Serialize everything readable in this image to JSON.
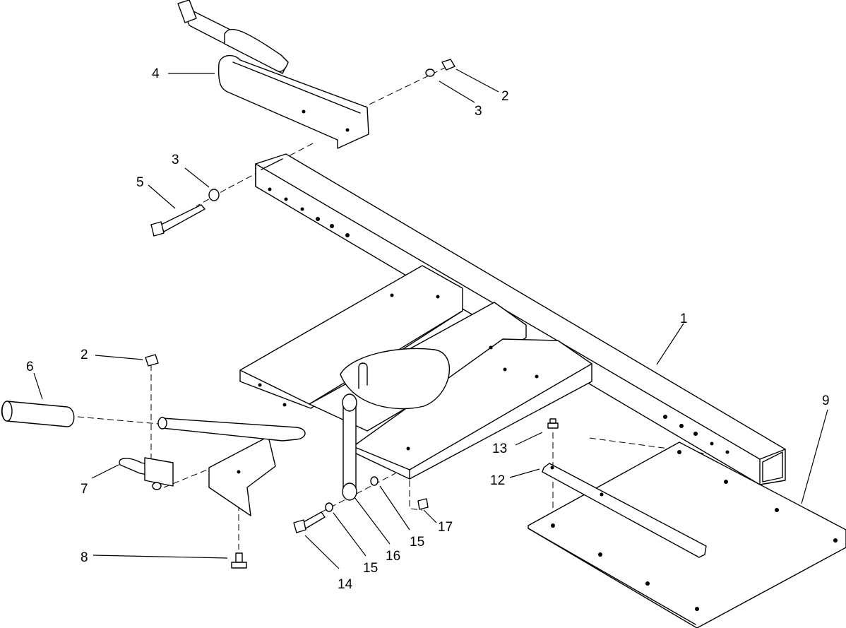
{
  "diagram": {
    "callouts": [
      {
        "id": "c1",
        "label": "1"
      },
      {
        "id": "c2a",
        "label": "2"
      },
      {
        "id": "c2b",
        "label": "2"
      },
      {
        "id": "c3a",
        "label": "3"
      },
      {
        "id": "c3b",
        "label": "3"
      },
      {
        "id": "c4",
        "label": "4"
      },
      {
        "id": "c5",
        "label": "5"
      },
      {
        "id": "c6",
        "label": "6"
      },
      {
        "id": "c7",
        "label": "7"
      },
      {
        "id": "c8",
        "label": "8"
      },
      {
        "id": "c9",
        "label": "9"
      },
      {
        "id": "c12",
        "label": "12"
      },
      {
        "id": "c13",
        "label": "13"
      },
      {
        "id": "c14",
        "label": "14"
      },
      {
        "id": "c15a",
        "label": "15"
      },
      {
        "id": "c15b",
        "label": "15"
      },
      {
        "id": "c16",
        "label": "16"
      },
      {
        "id": "c17",
        "label": "17"
      }
    ]
  }
}
